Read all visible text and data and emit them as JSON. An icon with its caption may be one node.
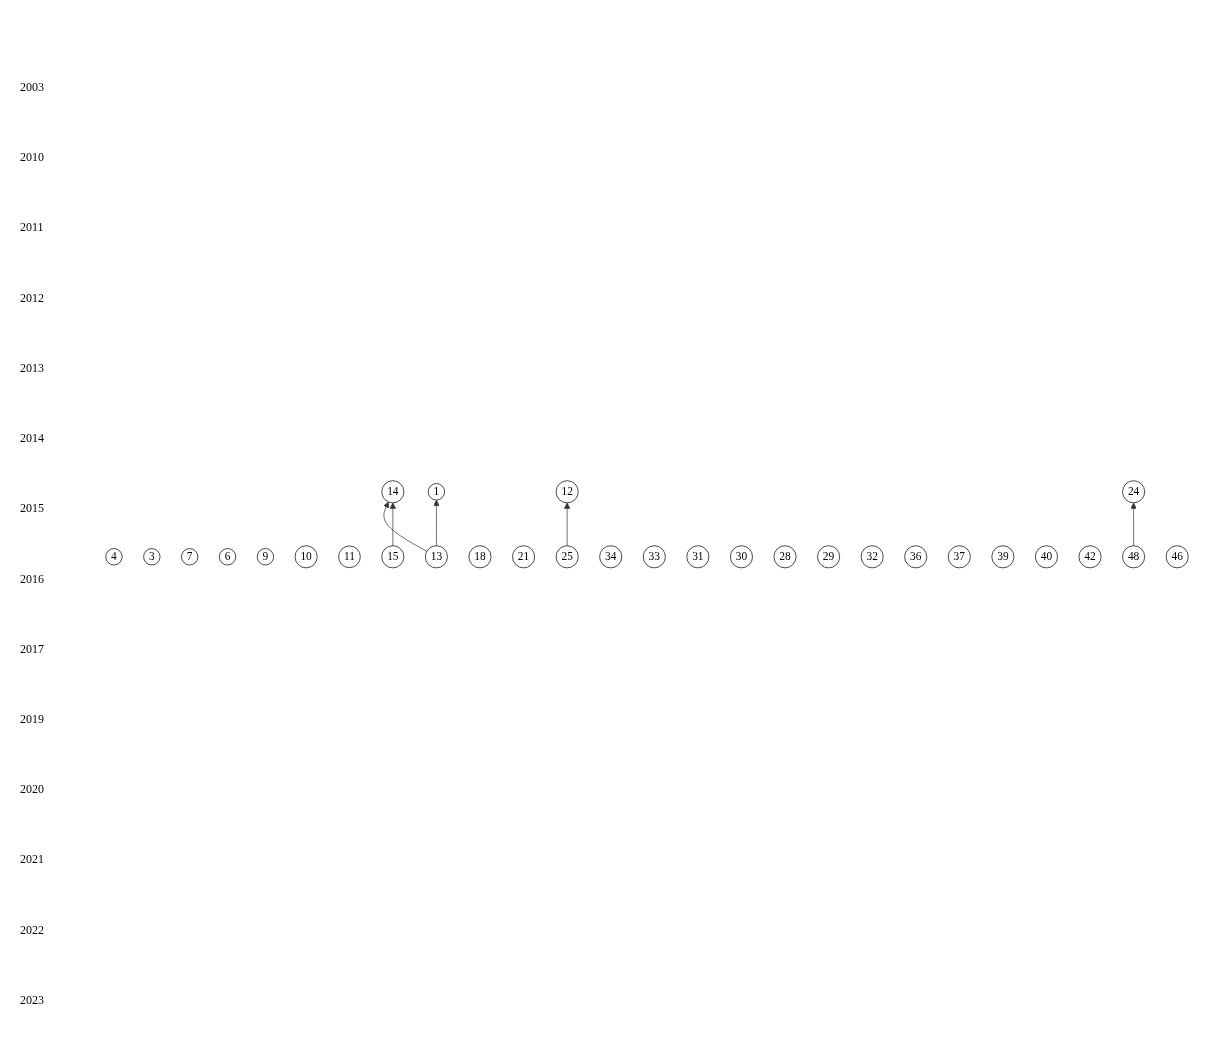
{
  "diagram": {
    "nodes": [
      {
        "text": [
          "1"
        ]
      },
      {
        "text": [
          "4"
        ]
      },
      {
        "text": [
          "3"
        ]
      },
      {
        "text": [
          "7"
        ]
      },
      {
        "text": [
          "6"
        ]
      },
      {
        "text": [
          "9"
        ]
      },
      {
        "text": [
          "10"
        ]
      },
      {
        "text": [
          "11"
        ]
      },
      {
        "text": [
          "12"
        ]
      },
      {
        "text": [
          "14"
        ]
      },
      {
        "text": [
          "15"
        ]
      },
      {
        "text": [
          "13"
        ]
      },
      {
        "text": [
          "18"
        ]
      },
      {
        "text": [
          "21"
        ]
      },
      {
        "text": [
          "25"
        ]
      },
      {
        "text": [
          "24"
        ]
      },
      {
        "text": [
          "34"
        ]
      },
      {
        "text": [
          "33"
        ]
      },
      {
        "text": [
          "31"
        ]
      },
      {
        "text": [
          "30"
        ]
      },
      {
        "text": [
          "28"
        ]
      },
      {
        "text": [
          "29"
        ]
      },
      {
        "text": [
          "32"
        ]
      },
      {
        "text": [
          "36"
        ]
      },
      {
        "text": [
          "37"
        ]
      },
      {
        "text": [
          "39"
        ]
      },
      {
        "text": [
          "40"
        ]
      },
      {
        "text": [
          "42"
        ]
      },
      {
        "text": [
          "48"
        ]
      },
      {
        "text": [
          "46"
        ]
      }
    ],
    "edges": [
      {
        "from": 11,
        "to": 0,
        "arrow": "to"
      },
      {
        "from": 11,
        "to": 9,
        "arrow": "to"
      },
      {
        "from": 10,
        "to": 9,
        "arrow": "to"
      },
      {
        "from": 14,
        "to": 8,
        "arrow": "to"
      },
      {
        "from": 28,
        "to": 15,
        "arrow": "to"
      }
    ],
    "labels": [
      "2003",
      "2010",
      "2011",
      "2012",
      "2013",
      "2014",
      "2015",
      "2016",
      "2017",
      "2019",
      "2020",
      "2021",
      "2022",
      "2023"
    ]
  }
}
